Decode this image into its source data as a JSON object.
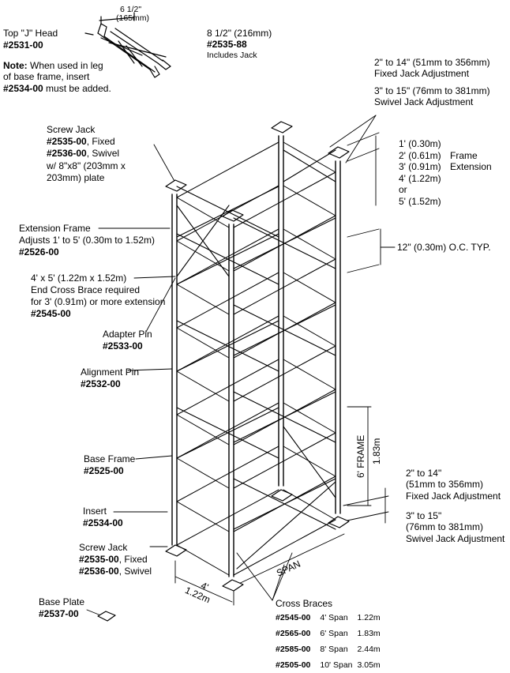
{
  "top_j_head": {
    "dim_in": "6 1/2\"",
    "dim_mm": "(165mm)",
    "label": "Top \"J\" Head",
    "code": "#2531-00",
    "note_lead": "Note:",
    "note_line1": " When used in leg",
    "note_line2": "of base frame, insert",
    "note_code": "#2534-00",
    "note_line3": " must be added."
  },
  "jack_8half": {
    "dim": "8 1/2\" (216mm)",
    "code": "#2535-88",
    "note": "Includes Jack"
  },
  "top_adjust": {
    "fixed_line1": "2\" to 14\" (51mm to 356mm)",
    "fixed_line2": "Fixed Jack Adjustment",
    "swivel_line1": "3\" to 15\" (76mm to 381mm)",
    "swivel_line2": "Swivel Jack Adjustment"
  },
  "frame_extension": {
    "sizes": [
      "1' (0.30m)",
      "2' (0.61m)",
      "3' (0.91m)",
      "4' (1.22m)",
      "or",
      "5' (1.52m)"
    ],
    "label_line1": "Frame",
    "label_line2": "Extension"
  },
  "oc_typ": "12\" (0.30m) O.C. TYP.",
  "screw_jack_top": {
    "label": "Screw Jack",
    "code1": "#2535-00",
    "text1": ", Fixed",
    "code2": "#2536-00",
    "text2": ", Swivel",
    "line3": "w/ 8\"x8\" (203mm x",
    "line4": "203mm) plate"
  },
  "extension_frame": {
    "label": "Extension Frame",
    "line2": "Adjusts 1' to 5' (0.30m to 1.52m)",
    "code": "#2526-00"
  },
  "end_cross_brace": {
    "line1": "4' x 5' (1.22m x 1.52m)",
    "line2": "End Cross Brace required",
    "line3": "for 3' (0.91m) or more extension",
    "code": "#2545-00"
  },
  "adapter_pin": {
    "label": "Adapter Pin",
    "code": "#2533-00"
  },
  "alignment_pin": {
    "label": "Alignment Pin",
    "code": "#2532-00"
  },
  "base_frame": {
    "label": "Base Frame",
    "code": "#2525-00"
  },
  "insert": {
    "label": "Insert",
    "code": "#2534-00"
  },
  "screw_jack_bottom": {
    "label": "Screw Jack",
    "code1": "#2535-00",
    "text1": ", Fixed",
    "code2": "#2536-00",
    "text2": ", Swivel"
  },
  "base_plate": {
    "label": "Base Plate",
    "code": "#2537-00"
  },
  "frame_height": {
    "label": "6' FRAME",
    "metric": "1.83m"
  },
  "bottom_adjust": {
    "fixed_line1": "2\" to 14\"",
    "fixed_line2": "(51mm to 356mm)",
    "fixed_line3": "Fixed Jack Adjustment",
    "swivel_line1": "3\" to 15\"",
    "swivel_line2": "(76mm to 381mm)",
    "swivel_line3": "Swivel Jack Adjustment"
  },
  "span_label": "SPAN",
  "width_label": {
    "ft": "4'",
    "m": "1.22m"
  },
  "cross_braces": {
    "title": "Cross Braces",
    "rows": [
      {
        "code": "#2545-00",
        "span": "4' Span",
        "metric": "1.22m"
      },
      {
        "code": "#2565-00",
        "span": "6' Span",
        "metric": "1.83m"
      },
      {
        "code": "#2585-00",
        "span": "8' Span",
        "metric": "2.44m"
      },
      {
        "code": "#2505-00",
        "span": "10' Span",
        "metric": "3.05m"
      }
    ]
  }
}
